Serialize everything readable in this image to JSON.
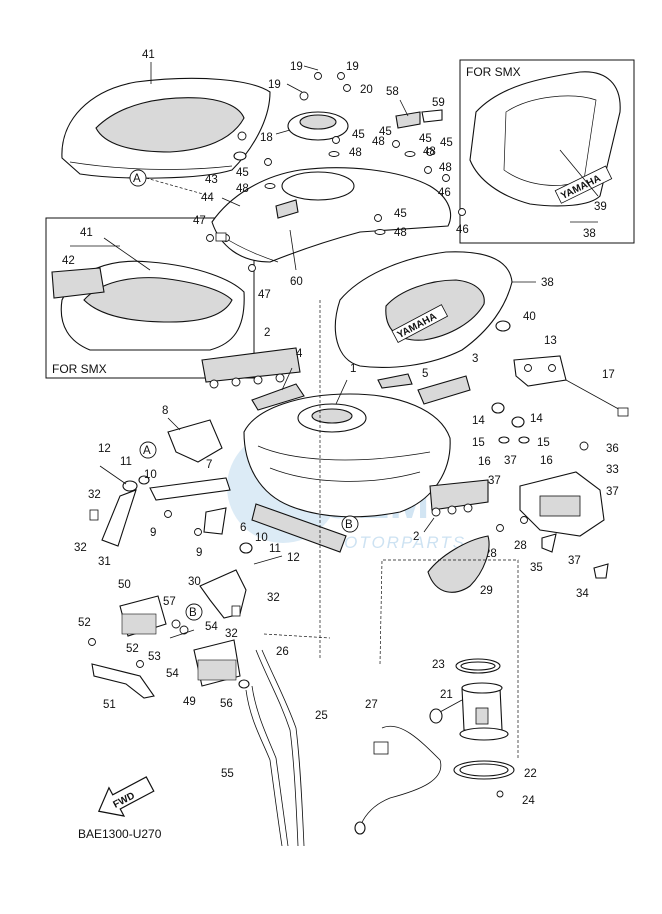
{
  "diagram_code": "BAE1300-U270",
  "fwd_label": "FWD",
  "for_smx_label": "FOR SMX",
  "emblem_text": "YAMAHA",
  "watermark": {
    "brand": "OEM",
    "sub": "MOTORPARTS"
  },
  "ref_markers": [
    "A",
    "B"
  ],
  "callouts": [
    "1",
    "2",
    "3",
    "4",
    "5",
    "6",
    "7",
    "8",
    "9",
    "10",
    "11",
    "12",
    "13",
    "14",
    "15",
    "16",
    "17",
    "18",
    "19",
    "20",
    "21",
    "22",
    "23",
    "24",
    "25",
    "26",
    "27",
    "28",
    "29",
    "30",
    "31",
    "32",
    "33",
    "34",
    "35",
    "36",
    "37",
    "38",
    "39",
    "40",
    "41",
    "42",
    "43",
    "44",
    "45",
    "46",
    "47",
    "48",
    "49",
    "50",
    "51",
    "52",
    "53",
    "54",
    "55",
    "56",
    "57",
    "58",
    "59",
    "60"
  ]
}
